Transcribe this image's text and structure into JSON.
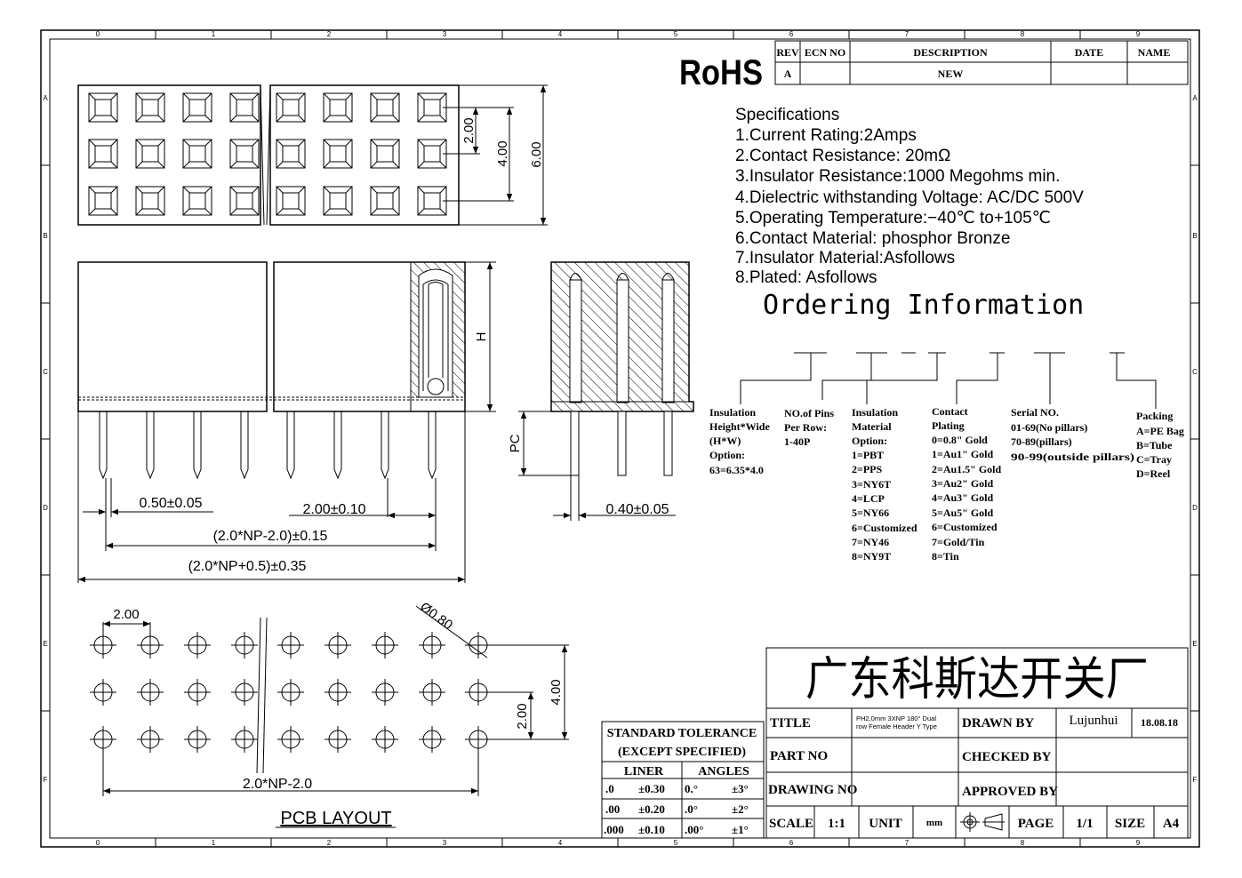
{
  "border": {
    "col_labels": [
      "0",
      "1",
      "2",
      "3",
      "4",
      "5",
      "6",
      "7",
      "8",
      "9"
    ],
    "row_labels": [
      "A",
      "B",
      "C",
      "D",
      "E",
      "F"
    ]
  },
  "revision_table": {
    "headers": [
      "REV",
      "ECN NO",
      "DESCRIPTION",
      "DATE",
      "NAME"
    ],
    "row": [
      "A",
      "",
      "NEW",
      "",
      ""
    ]
  },
  "rohs": "RoHS",
  "specifications": {
    "heading": "Specifications",
    "items": [
      "1.Current  Rating:2Amps",
      "2.Contact  Resistance:  20mΩ",
      "3.Insulator  Resistance:1000  Megohms  min.",
      "4.Dielectric  withstanding  Voltage:  AC/DC  500V",
      "5.Operating  Temperature:−40℃  to+105℃",
      "6.Contact  Material:  phosphor  Bronze",
      "7.Insulator  Material:Asfollows",
      "8.Plated:  Asfollows"
    ]
  },
  "ordering": {
    "title": "Ordering Information",
    "insulation_height": [
      "Insulation",
      "Height*Wide",
      "(H*W)",
      "Option:",
      "63=6.35*4.0"
    ],
    "pins_per_row": [
      "NO.of Pins",
      "Per Row:",
      "1-40P"
    ],
    "insulation_material": [
      "Insulation",
      "Material",
      "Option:",
      "1=PBT",
      "2=PPS",
      "3=NY6T",
      "4=LCP",
      "5=NY66",
      "6=Customized",
      "7=NY46",
      "8=NY9T"
    ],
    "contact_plating": [
      "Contact",
      "Plating",
      "0=0.8\" Gold",
      "1=Au1\" Gold",
      "2=Au1.5\" Gold",
      "3=Au2\" Gold",
      "4=Au3\" Gold",
      "5=Au5\" Gold",
      "6=Customized",
      "7=Gold/Tin",
      "8=Tin"
    ],
    "serial_no": [
      "Serial NO.",
      "01-69(No pillars)",
      "70-89(pillars)",
      "90-99(outside pillars)"
    ],
    "packing": [
      "Packing",
      "A=PE Bag",
      "B=Tube",
      "C=Tray",
      "D=Reel"
    ]
  },
  "dimensions": {
    "d_200_top": "2.00",
    "d_400_top": "4.00",
    "d_600_top": "6.00",
    "h": "H",
    "pc": "PC",
    "pin_width": "0.50±0.05",
    "pitch": "2.00±0.10",
    "pin_span": "(2.0*NP-2.0)±0.15",
    "overall": "(2.0*NP+0.5)±0.35",
    "side_pin": "0.40±0.05",
    "pcb_200_top": "2.00",
    "pcb_hole": "Ø0.80",
    "pcb_400": "4.00",
    "pcb_200_right": "2.00",
    "pcb_span": "2.0*NP-2.0",
    "pcb_caption": "PCB  LAYOUT"
  },
  "tolerance": {
    "title1": "STANDARD  TOLERANCE",
    "title2": "(EXCEPT   SPECIFIED)",
    "h_linear": "LINER",
    "h_angles": "ANGLES",
    "rows": [
      [
        ".0",
        "±0.30",
        "0.°",
        "±3°"
      ],
      [
        ".00",
        "±0.20",
        ".0°",
        "±2°"
      ],
      [
        ".000",
        "±0.10",
        ".00°",
        "±1°"
      ]
    ]
  },
  "title_block": {
    "company": "广东科斯达开关厂",
    "title_label": "TITLE",
    "title_value_1": "PH2.0mm  3XNP  180°  Dual",
    "title_value_2": "row  Female  Header  Y  Type",
    "drawn_by_label": "DRAWN BY",
    "drawn_by": "Lujunhui",
    "date": "18.08.18",
    "part_no_label": "PART NO",
    "checked_by_label": "CHECKED BY",
    "drawing_no_label": "DRAWING NO",
    "approved_by_label": "APPROVED BY",
    "scale_label": "SCALE",
    "scale": "1:1",
    "unit_label": "UNIT",
    "unit": "mm",
    "page_label": "PAGE",
    "page": "1/1",
    "size_label": "SIZE",
    "size": "A4"
  }
}
